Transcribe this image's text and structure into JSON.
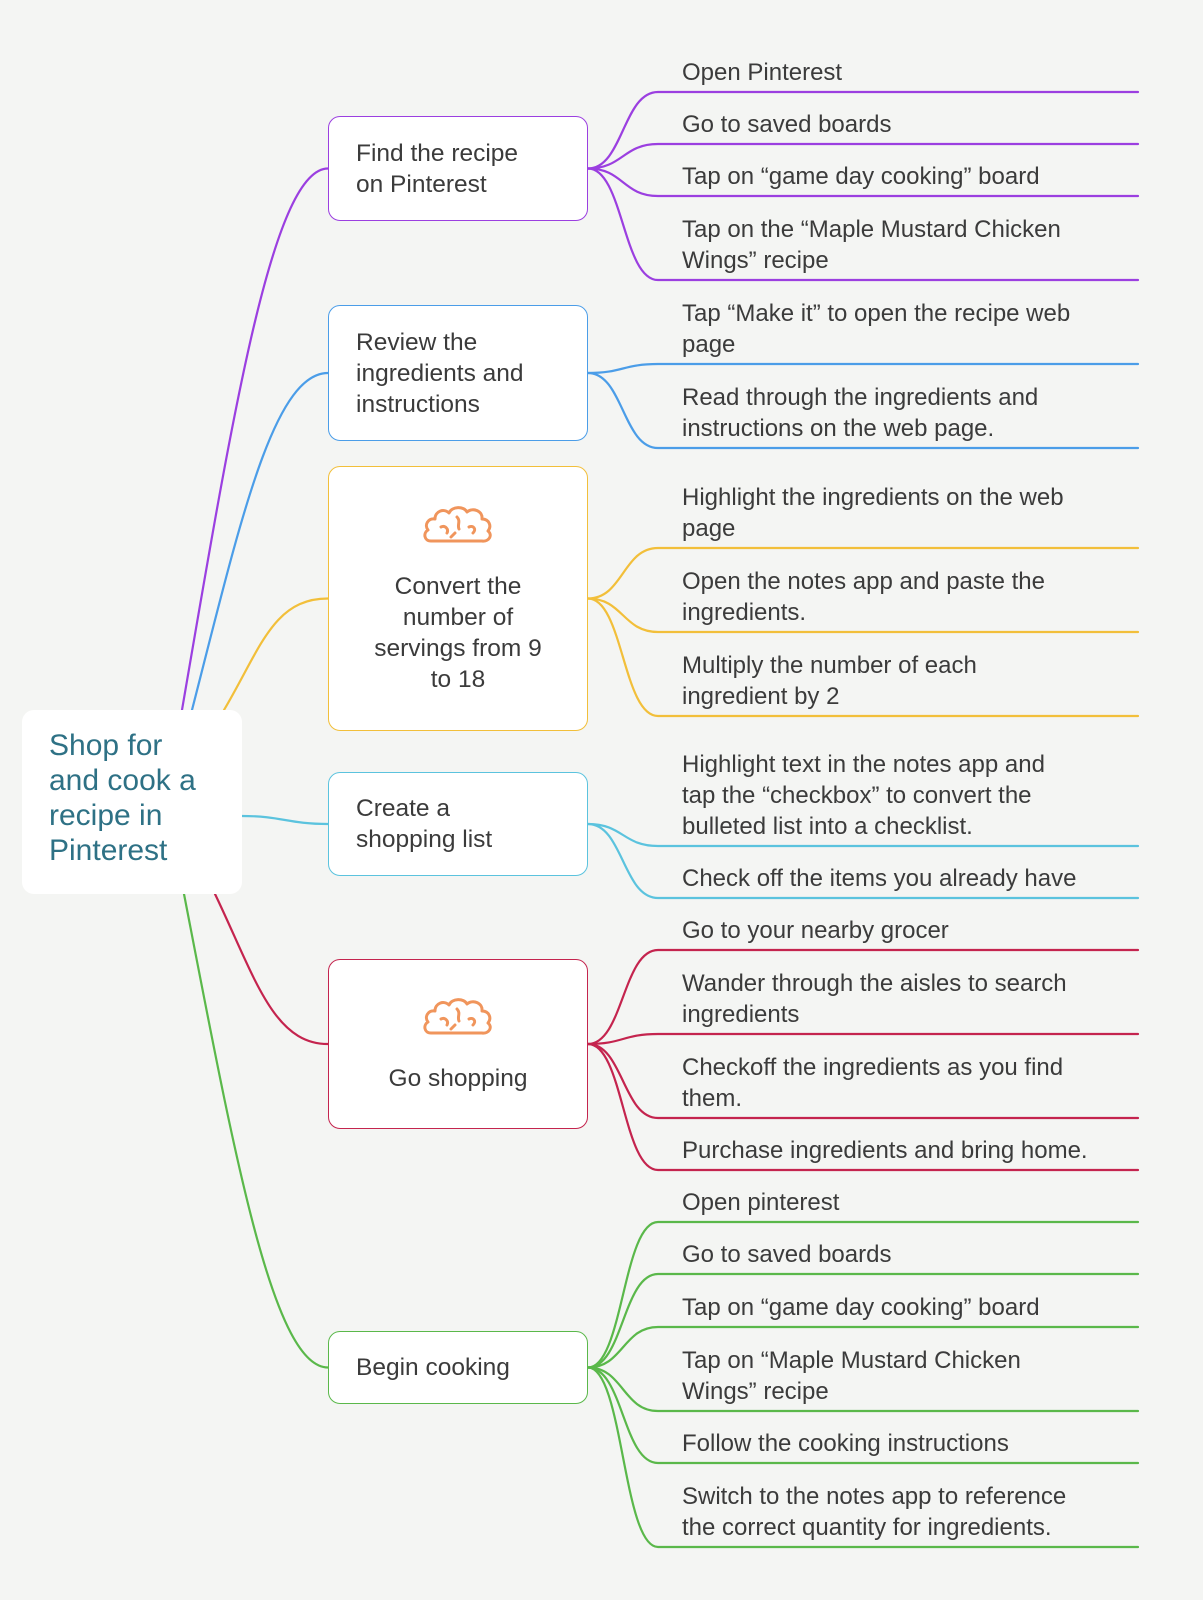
{
  "root": {
    "label": "Shop for and cook a recipe in Pinterest",
    "lines": [
      "Shop for",
      "and cook a",
      "recipe in",
      "Pinterest"
    ]
  },
  "branches": [
    {
      "color": "#9b3fe0",
      "topic": {
        "lines": [
          "Find the recipe",
          "on Pinterest"
        ],
        "icon": null
      },
      "leaves": [
        {
          "lines": [
            "Open Pinterest"
          ]
        },
        {
          "lines": [
            "Go to saved boards"
          ]
        },
        {
          "lines": [
            "Tap on “game day cooking” board"
          ]
        },
        {
          "lines": [
            "Tap on the “Maple Mustard Chicken",
            "Wings” recipe"
          ]
        }
      ]
    },
    {
      "color": "#4b9de8",
      "topic": {
        "lines": [
          "Review the",
          "ingredients and",
          "instructions"
        ],
        "icon": null
      },
      "leaves": [
        {
          "lines": [
            "Tap “Make it” to open the recipe web",
            "page"
          ]
        },
        {
          "lines": [
            "Read through the ingredients and",
            "instructions on the web page."
          ]
        }
      ]
    },
    {
      "color": "#f2bf3a",
      "topic": {
        "lines": [
          "Convert the",
          "number of",
          "servings from 9",
          "to 18"
        ],
        "icon": "brain-icon"
      },
      "leaves": [
        {
          "lines": [
            "Highlight the ingredients on the web",
            "page"
          ]
        },
        {
          "lines": [
            "Open the notes app and paste the",
            "ingredients."
          ]
        },
        {
          "lines": [
            "Multiply the number of each",
            "ingredient by 2"
          ]
        }
      ]
    },
    {
      "color": "#5bc3de",
      "topic": {
        "lines": [
          "Create a",
          "shopping list"
        ],
        "icon": null
      },
      "leaves": [
        {
          "lines": [
            "Highlight text in the notes app and",
            "tap the “checkbox” to convert the",
            "bulleted list into a checklist."
          ]
        },
        {
          "lines": [
            "Check off the items you already have"
          ]
        }
      ]
    },
    {
      "color": "#c4244e",
      "topic": {
        "lines": [
          "Go shopping"
        ],
        "icon": "brain-icon"
      },
      "leaves": [
        {
          "lines": [
            "Go to your nearby grocer"
          ]
        },
        {
          "lines": [
            "Wander through the aisles to search",
            "ingredients"
          ]
        },
        {
          "lines": [
            "Checkoff the ingredients as you find",
            "them."
          ]
        },
        {
          "lines": [
            "Purchase ingredients and bring home."
          ]
        }
      ]
    },
    {
      "color": "#5ab84a",
      "topic": {
        "lines": [
          "Begin cooking"
        ],
        "icon": null
      },
      "leaves": [
        {
          "lines": [
            "Open pinterest"
          ]
        },
        {
          "lines": [
            "Go to saved boards"
          ]
        },
        {
          "lines": [
            "Tap on “game day cooking” board"
          ]
        },
        {
          "lines": [
            "Tap on “Maple Mustard Chicken",
            "Wings” recipe"
          ]
        },
        {
          "lines": [
            "Follow the cooking instructions"
          ]
        },
        {
          "lines": [
            "Switch to the notes app to reference",
            "the correct quantity for ingredients."
          ]
        }
      ]
    }
  ],
  "icon_color": "#f0955c"
}
